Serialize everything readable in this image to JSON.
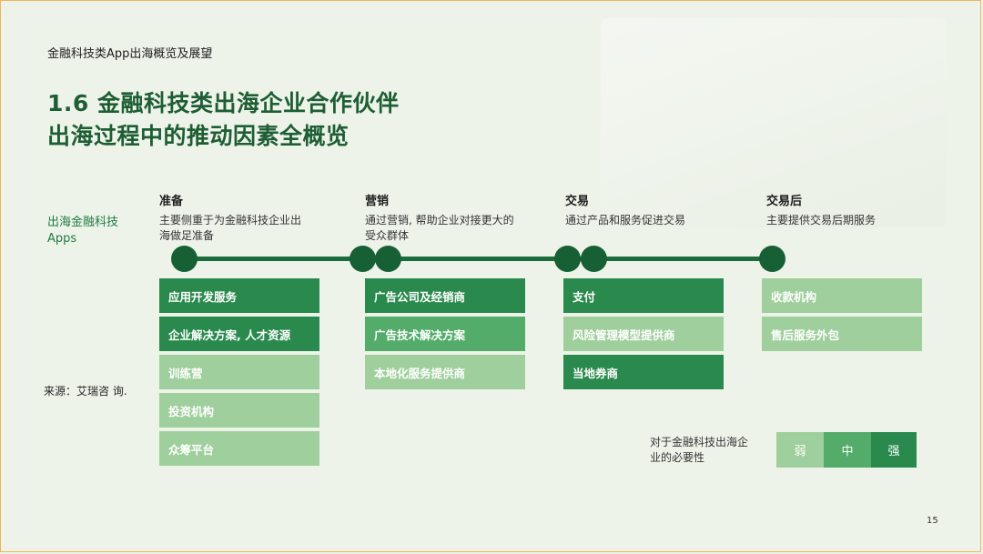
{
  "header": {
    "report_title": "金融科技类App出海概览及展望",
    "title_line1": "1.6 金融科技类出海企业合作伙伴",
    "title_line2": "出海过程中的推动因素全概览"
  },
  "row_label": "出海金融科技 Apps",
  "stages": [
    {
      "title": "准备",
      "desc": "主要侧重于为金融科技企业出海做足准备",
      "items": [
        {
          "label": "应用开发服务",
          "level": "strong"
        },
        {
          "label": "企业解决方案, 人才资源",
          "level": "strong"
        },
        {
          "label": "训练营",
          "level": "weak"
        },
        {
          "label": "投资机构",
          "level": "weak"
        },
        {
          "label": "众筹平台",
          "level": "weak"
        }
      ]
    },
    {
      "title": "营销",
      "desc": "通过营销, 帮助企业对接更大的受众群体",
      "items": [
        {
          "label": "广告公司及经销商",
          "level": "strong"
        },
        {
          "label": "广告技术解决方案",
          "level": "mid"
        },
        {
          "label": "本地化服务提供商",
          "level": "weak"
        }
      ]
    },
    {
      "title": "交易",
      "desc": "通过产品和服务促进交易",
      "items": [
        {
          "label": "支付",
          "level": "strong"
        },
        {
          "label": "风险管理模型提供商",
          "level": "weak"
        },
        {
          "label": "当地券商",
          "level": "strong"
        }
      ]
    },
    {
      "title": "交易后",
      "desc": "主要提供交易后期服务",
      "items": [
        {
          "label": "收款机构",
          "level": "weak"
        },
        {
          "label": "售后服务外包",
          "level": "weak"
        }
      ]
    }
  ],
  "source": "来源：艾瑞咨 询.",
  "legend": {
    "label": "对于金融科技出海企业的必要性",
    "levels": [
      {
        "label": "弱",
        "color": "#9fcf9c"
      },
      {
        "label": "中",
        "color": "#54ac6a"
      },
      {
        "label": "强",
        "color": "#2a8a4d"
      }
    ]
  },
  "page_number": "15",
  "colors": {
    "primary": "#1e5e34",
    "strong": "#2a8a4d",
    "mid": "#54ac6a",
    "weak": "#9fcf9c"
  }
}
